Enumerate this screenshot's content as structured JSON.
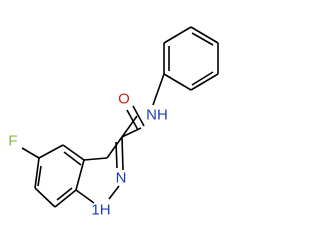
{
  "molecule": {
    "atoms": {
      "fluorine": {
        "text": "F",
        "color": "#8fb04a"
      },
      "oxygen": {
        "text": "O",
        "color": "#cc2020"
      },
      "amide_nitrogen": {
        "text": "NH",
        "color": "#1f3fb5"
      },
      "ring_nitrogen": {
        "text": "N",
        "color": "#1f3fb5"
      },
      "ring_nitrogen_h": {
        "text": "1H",
        "color": "#1f3fb5"
      }
    }
  }
}
